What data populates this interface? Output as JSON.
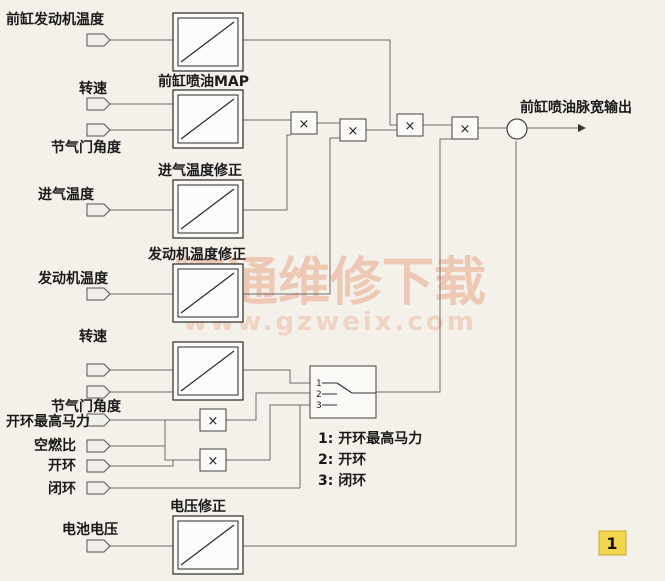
{
  "labels": {
    "front_engine_temp": "前缸发动机温度",
    "speed_1": "转速",
    "throttle_1": "节气门角度",
    "front_injection_map": "前缸喷油MAP",
    "intake_temp": "进气温度",
    "intake_temp_corr": "进气温度修正",
    "engine_temp": "发动机温度",
    "engine_temp_corr": "发动机温度修正",
    "speed_2": "转速",
    "throttle_2": "节气门角度",
    "open_loop_max_power": "开环最高马力",
    "air_fuel_ratio": "空燃比",
    "open_loop": "开环",
    "closed_loop": "闭环",
    "battery_voltage": "电池电压",
    "voltage_corr": "电压修正",
    "output": "前缸喷油脉宽输出"
  },
  "multiply_symbol": "×",
  "switch": {
    "positions": [
      "1",
      "2",
      "3"
    ],
    "legend": [
      "1:  开环最高马力",
      "2:  开环",
      "3:  闭环"
    ]
  },
  "watermark": {
    "title": "精通维修下载",
    "url": "www.gzweix.com"
  },
  "figure_number": "1"
}
